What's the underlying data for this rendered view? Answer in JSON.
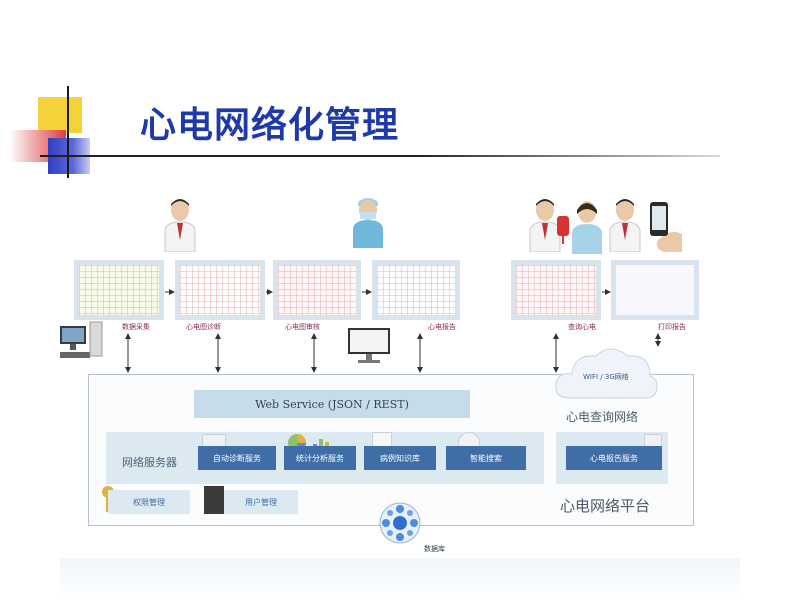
{
  "title": "心电网络化管理",
  "diagram": {
    "stations": [
      {
        "label": "数据采集"
      },
      {
        "label": "心电图诊断"
      },
      {
        "label": "心电图审核"
      },
      {
        "label": "心电报告"
      },
      {
        "label": "查询心电"
      },
      {
        "label": "打印报告"
      }
    ],
    "web_service": "Web Service (JSON / REST)",
    "cloud_label": "WIFI / 3G网络",
    "network_label": "心电查询网络",
    "server_label": "网络服务器",
    "services": [
      {
        "label": "自动诊断服务"
      },
      {
        "label": "统计分析服务"
      },
      {
        "label": "病例知识库"
      },
      {
        "label": "智能搜索"
      }
    ],
    "report_service": "心电报告服务",
    "management": [
      {
        "label": "权限管理"
      },
      {
        "label": "用户管理"
      }
    ],
    "platform_label": "心电网络平台",
    "database_label": "数据库"
  },
  "colors": {
    "title": "#1e3aa8",
    "service_box": "#3f6ea6",
    "band": "#dce9f1"
  }
}
